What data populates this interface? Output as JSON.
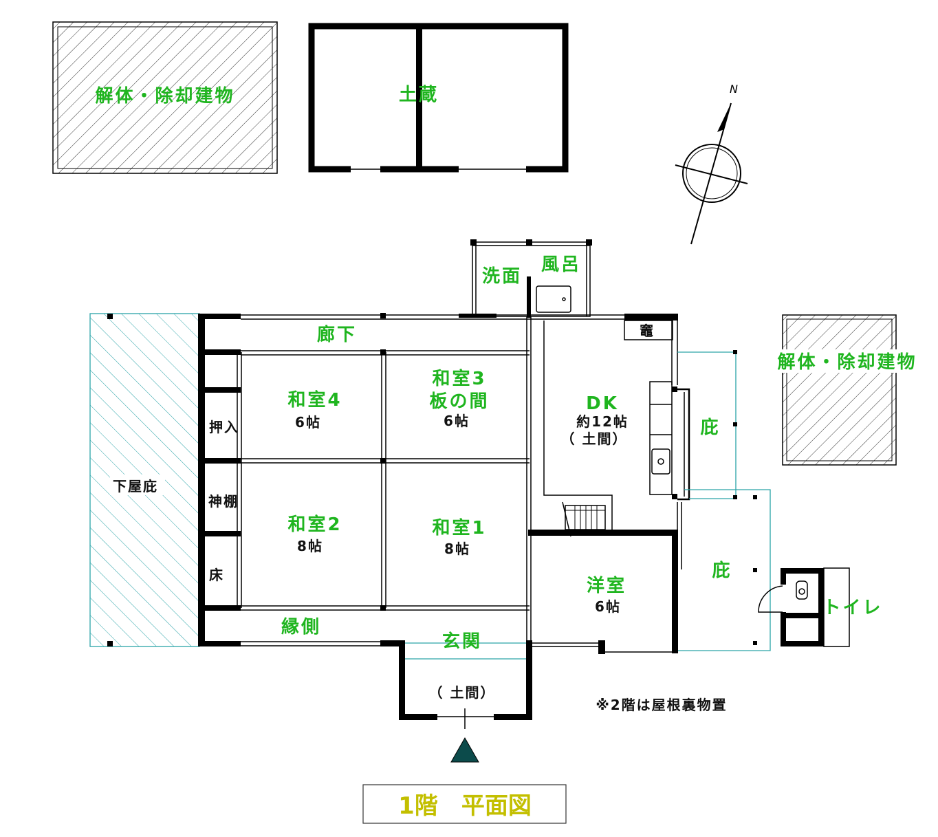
{
  "title": "1階　平面図",
  "note": "※2階は屋根裏物置",
  "compass": {
    "north_label": "N"
  },
  "colors": {
    "room_label": "#1fb51f",
    "title": "#c3bf00",
    "eave_line": "#2aa3a8"
  },
  "outbuildings": {
    "demolished_left": "解体・除却建物",
    "storehouse": "土蔵",
    "demolished_right": "解体・除却建物"
  },
  "rooms": {
    "lower_eave": "下屋庇",
    "corridor": "廊下",
    "washroom": "洗面",
    "bath": "風呂",
    "stove": "竈",
    "dk": {
      "name": "DK",
      "size": "約12帖",
      "floor": "（ 土間）"
    },
    "washitsu4": {
      "name": "和室4",
      "size": "6帖"
    },
    "washitsu3": {
      "name": "和室3",
      "sub": "板の間",
      "size": "6帖"
    },
    "washitsu2": {
      "name": "和室2",
      "size": "8帖"
    },
    "washitsu1": {
      "name": "和室1",
      "size": "8帖"
    },
    "closet": "押入",
    "kamidana": "神棚",
    "tokonoma": "床",
    "engawa": "縁側",
    "genkan": "玄関",
    "genkan_floor": "（ 土間）",
    "youshitsu": {
      "name": "洋室",
      "size": "6帖"
    },
    "eave_upper": "庇",
    "eave_lower": "庇",
    "toilet": "トイレ"
  }
}
